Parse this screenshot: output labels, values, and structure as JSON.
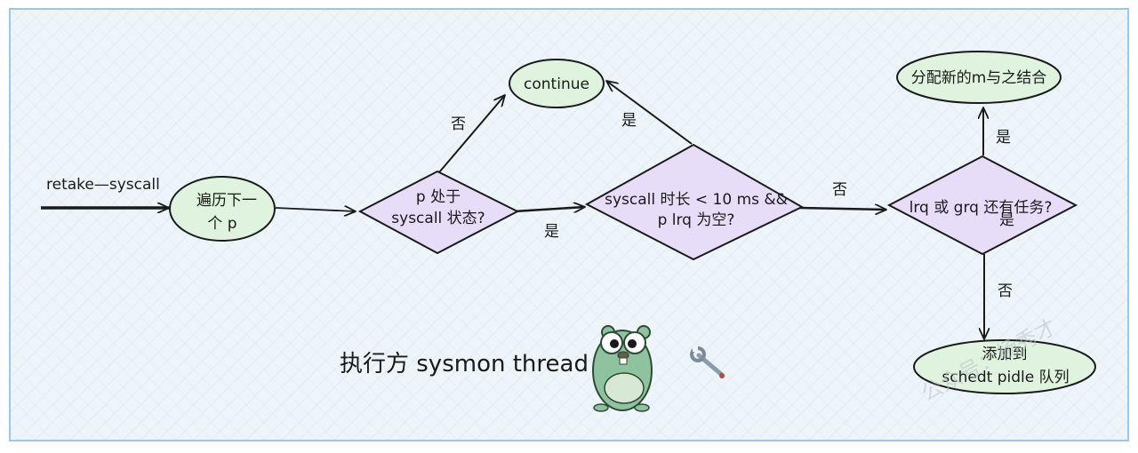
{
  "colors": {
    "background": "#edf5fa",
    "frame": "#9cc7ea",
    "ellipse_fill": "#dff3df",
    "diamond_fill": "#e7ddf8",
    "stroke": "#1a1a1a",
    "gopher": "#8fc29e"
  },
  "entry_label": "retake—syscall",
  "nodes": {
    "iterate_p": {
      "lines": [
        "遍历下一",
        "个 p"
      ]
    },
    "p_in_syscall": {
      "lines": [
        "p 处于",
        "syscall 状态?"
      ]
    },
    "continue": {
      "lines": [
        "continue"
      ]
    },
    "syscall_check": {
      "lines": [
        "syscall 时长 < 10 ms &&",
        "p lrq 为空?"
      ]
    },
    "lrq_grq_tasks": {
      "lines": [
        "lrq 或 grq 还有任务?"
      ]
    },
    "assign_m": {
      "lines": [
        "分配新的m与之结合"
      ]
    },
    "add_pidle": {
      "lines": [
        "添加到",
        "schedt pidle 队列"
      ]
    }
  },
  "edges": {
    "p_no_to_continue": "否",
    "p_yes_to_check": "是",
    "check_yes_to_continue": "是",
    "check_no_to_tasks": "否",
    "tasks_yes_to_assign": "是",
    "tasks_yes_overlap": "是",
    "tasks_no_to_pidle": "否"
  },
  "executor_label": "执行方 sysmon thread",
  "icons": [
    "gopher-icon",
    "wrench-icon"
  ],
  "watermark": "公众号：杨秀才"
}
